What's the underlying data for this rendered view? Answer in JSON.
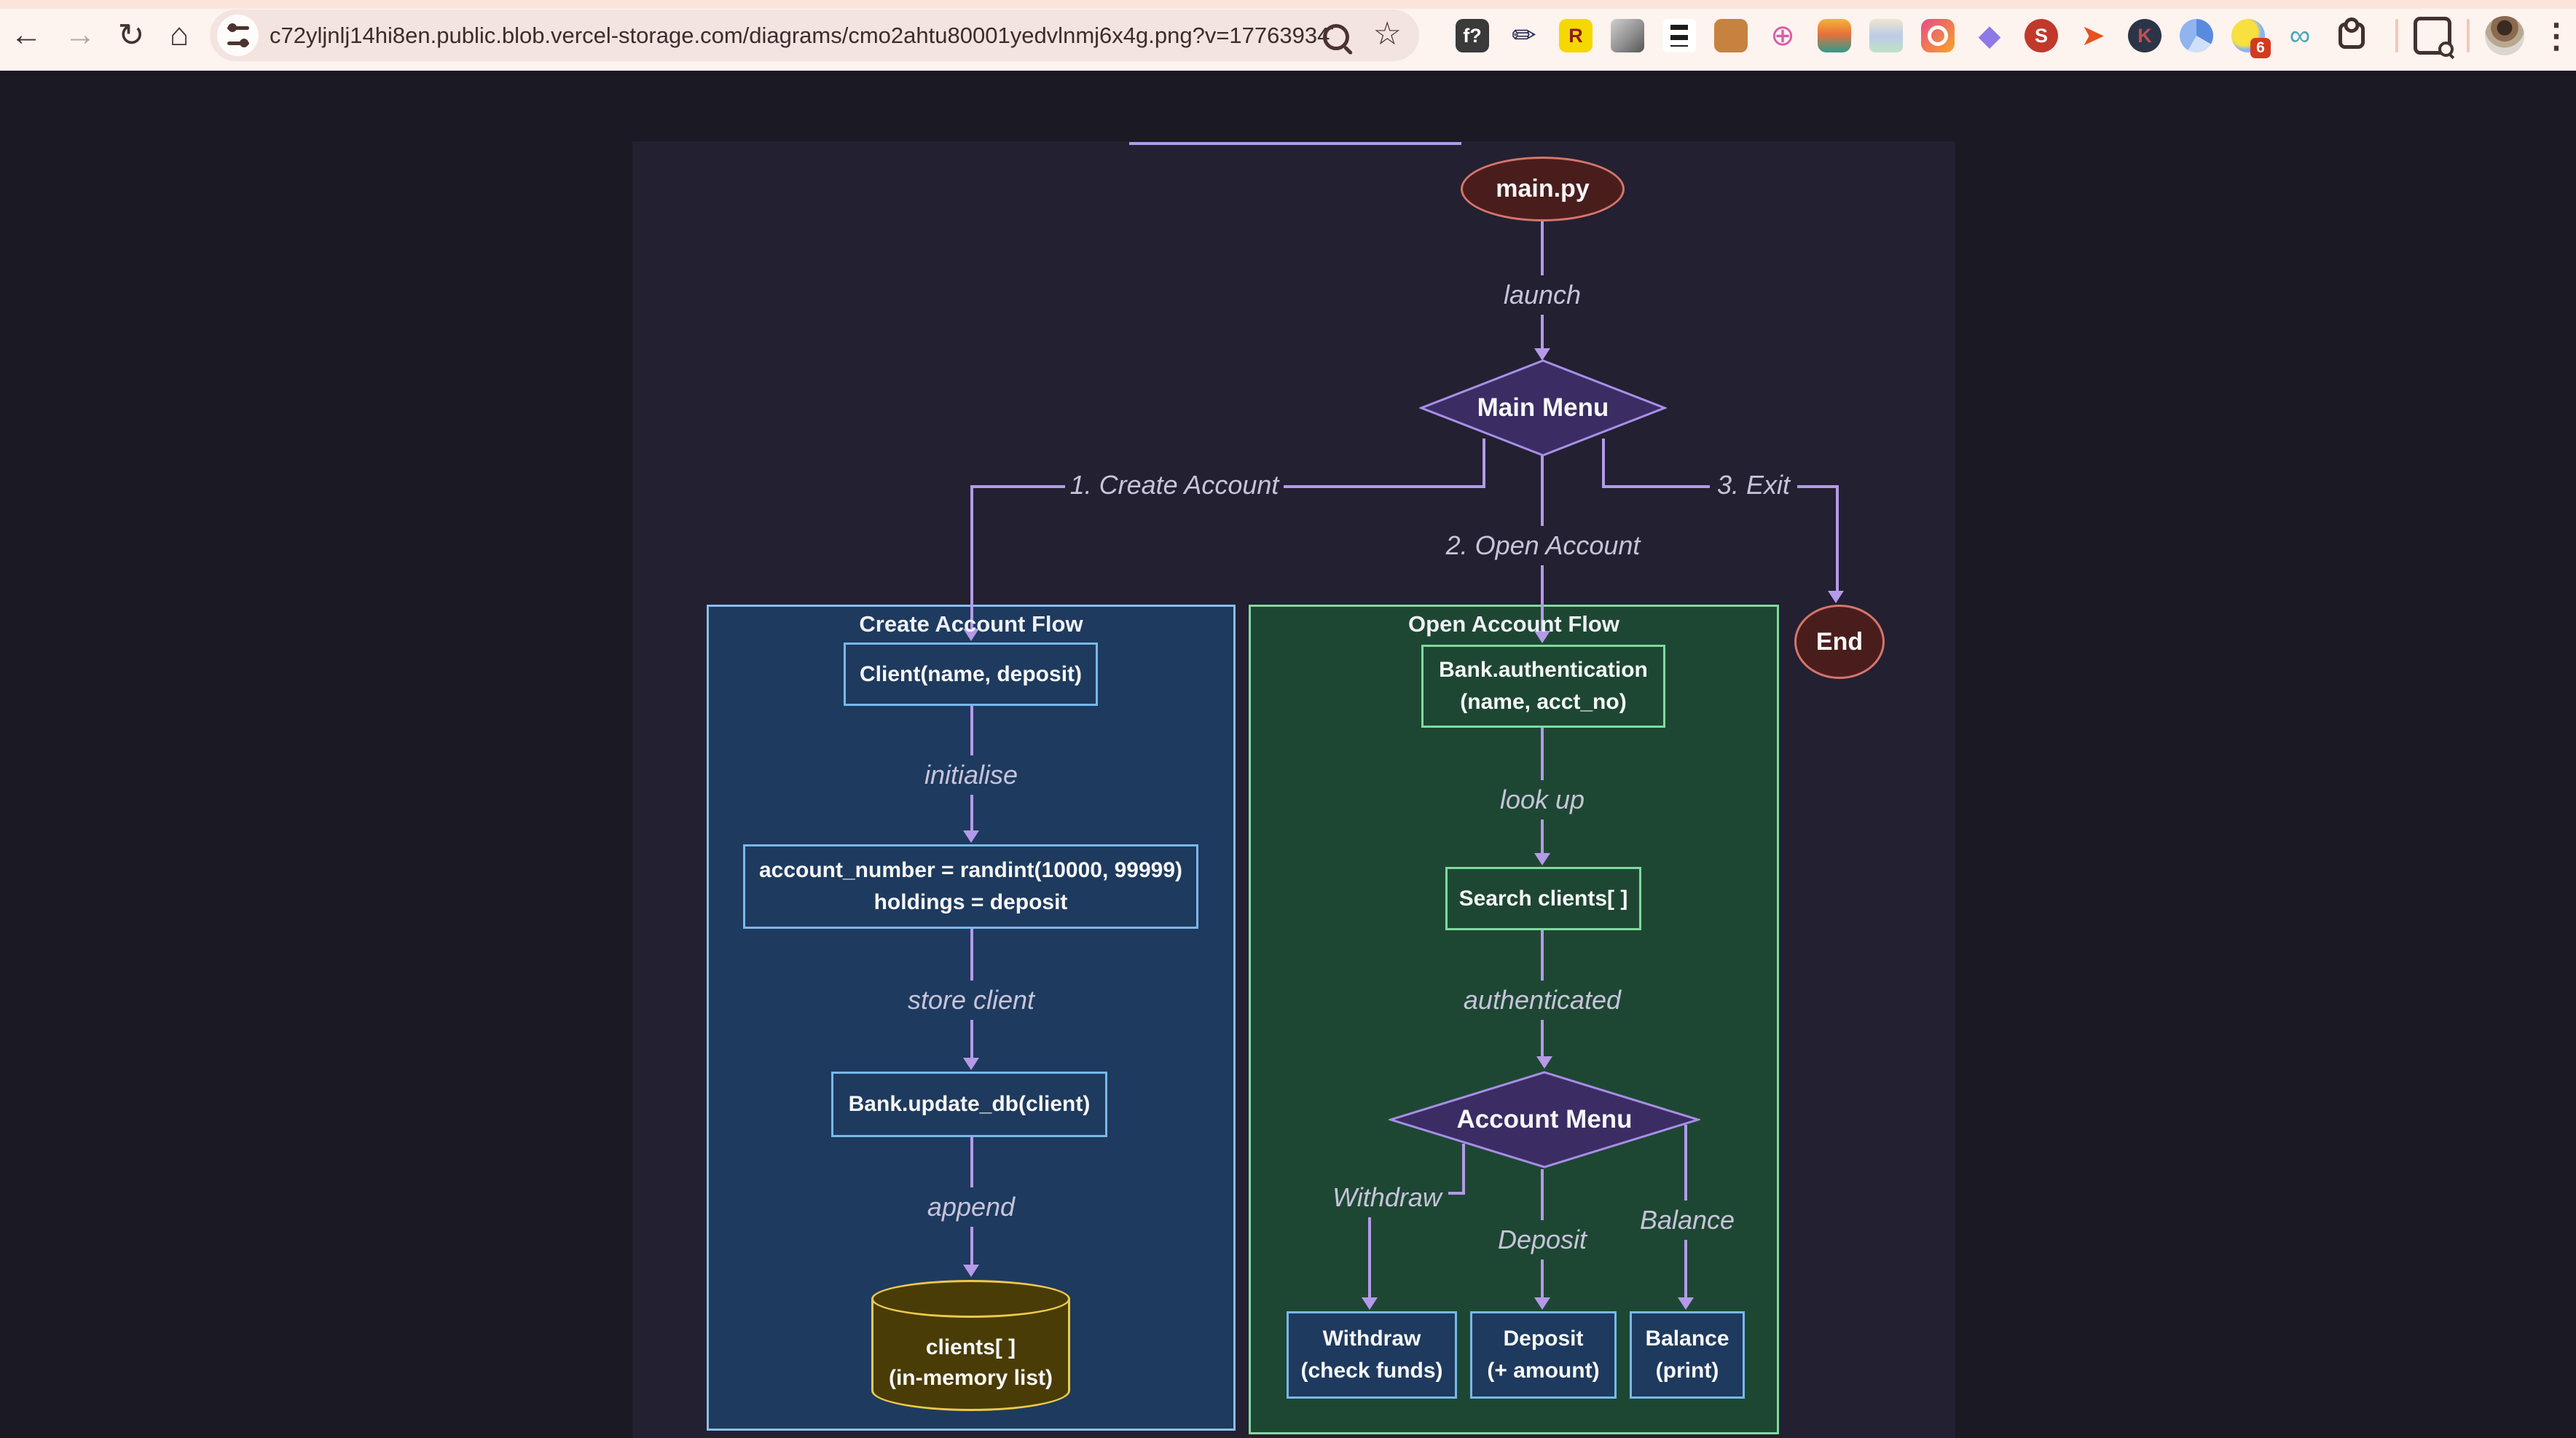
{
  "browser": {
    "url": "c72yljnlj14hi8en.public.blob.vercel-storage.com/diagrams/cmo2ahtu80001yedvlnmj6x4g.png?v=177639347...",
    "back_glyph": "←",
    "forward_glyph": "→",
    "reload_glyph": "↻",
    "home_glyph": "⌂",
    "star_glyph": "☆",
    "menu_dots_glyph": "⋮",
    "extensions": [
      {
        "name": "font-identifier-icon",
        "glyph": "f?",
        "bg": "#3a3a3a",
        "fg": "#ffffff",
        "shape": "square"
      },
      {
        "name": "eyedropper-icon",
        "glyph": "✏",
        "bg": "transparent",
        "fg": "#25254d",
        "shape": "plain",
        "big": true
      },
      {
        "name": "r-extension-icon",
        "glyph": "R",
        "bg": "#f5d800",
        "fg": "#8b1a1a",
        "shape": "square"
      },
      {
        "name": "cube-icon",
        "glyph": "",
        "bg": "#9a9a9a",
        "fg": "#333333",
        "shape": "cube"
      },
      {
        "name": "notes-doc-icon",
        "glyph": "",
        "bg": "#ffffff",
        "fg": "#222222",
        "shape": "doc"
      },
      {
        "name": "notebook-icon",
        "glyph": "",
        "bg": "#c8823f",
        "fg": "#6a4420",
        "shape": "square"
      },
      {
        "name": "globe-icon",
        "glyph": "⊕",
        "bg": "transparent",
        "fg": "#d45fa8",
        "shape": "plain",
        "big": true
      },
      {
        "name": "feather-icon",
        "glyph": "",
        "bg": "#e8913a",
        "fg": "#ffffff",
        "shape": "feather"
      },
      {
        "name": "stacked-cubes-icon",
        "glyph": "",
        "bg": "#d8e8d0",
        "fg": "#888888",
        "shape": "stack"
      },
      {
        "name": "photo-search-icon",
        "glyph": "",
        "bg": "#e84a8a",
        "fg": "#ffffff",
        "shape": "ring"
      },
      {
        "name": "crystal-shards-icon",
        "glyph": "◆",
        "bg": "transparent",
        "fg": "#8d7ae8",
        "shape": "plain",
        "big": true
      },
      {
        "name": "seo-icon",
        "glyph": "S",
        "bg": "#c0392b",
        "fg": "#ffffff",
        "shape": "circle"
      },
      {
        "name": "send-arrow-icon",
        "glyph": "➤",
        "bg": "transparent",
        "fg": "#e8501e",
        "shape": "plain",
        "big": true
      },
      {
        "name": "k-icon",
        "glyph": "K",
        "bg": "#2c3547",
        "fg": "#c05050",
        "shape": "circle"
      },
      {
        "name": "pie-chart-icon",
        "glyph": "",
        "bg": "#aac8f0",
        "fg": "#ffffff",
        "shape": "pie"
      },
      {
        "name": "lightbulb-icon",
        "glyph": "",
        "bg": "#f8e040",
        "fg": "#ffffff",
        "shape": "bulb",
        "badge": "6"
      },
      {
        "name": "link-icon",
        "glyph": "∞",
        "bg": "transparent",
        "fg": "#4aa8b8",
        "shape": "plain",
        "big": true
      },
      {
        "name": "extensions-puzzle-icon",
        "glyph": "",
        "bg": "transparent",
        "fg": "#42302a",
        "shape": "puzzle"
      }
    ]
  },
  "diagram": {
    "subgraphs": {
      "create": {
        "title": "Create Account Flow"
      },
      "open": {
        "title": "Open Account Flow"
      }
    },
    "nodes": {
      "main_py": {
        "label": "main.py"
      },
      "main_menu": {
        "label": "Main Menu"
      },
      "end": {
        "label": "End"
      },
      "client": {
        "label": "Client(name, deposit)"
      },
      "init_vars": {
        "line1": "account_number = randint(10000, 99999)",
        "line2": "holdings = deposit"
      },
      "update_db": {
        "label": "Bank.update_db(client)"
      },
      "clients_db": {
        "line1": "clients[ ]",
        "line2": "(in-memory list)"
      },
      "bank_auth": {
        "line1": "Bank.authentication",
        "line2": "(name, acct_no)"
      },
      "search_clients": {
        "label": "Search clients[ ]"
      },
      "account_menu": {
        "label": "Account Menu"
      },
      "withdraw": {
        "line1": "Withdraw",
        "line2": "(check funds)"
      },
      "deposit": {
        "line1": "Deposit",
        "line2": "(+ amount)"
      },
      "balance": {
        "line1": "Balance",
        "line2": "(print)"
      }
    },
    "edge_labels": {
      "launch": "launch",
      "create_account": "1. Create Account",
      "open_account": "2. Open Account",
      "exit": "3. Exit",
      "initialise": "initialise",
      "store_client": "store client",
      "append": "append",
      "look_up": "look up",
      "authenticated": "authenticated",
      "withdraw": "Withdraw",
      "deposit": "Deposit",
      "balance": "Balance"
    },
    "colors": {
      "page_background": "#1b1924",
      "image_background": "#232031",
      "edge": "#b49ae8",
      "label_text": "#c7c4da",
      "terminal_fill": "#4a1d1d",
      "terminal_border": "#d6756b",
      "decision_fill": "#3b2d63",
      "decision_border": "#a78fe8",
      "create_fill": "#1e3a5e",
      "create_border": "#8cbde8",
      "open_fill": "#1e4733",
      "open_border": "#7eda9f",
      "db_fill": "#4a3c06",
      "db_border": "#ecc94b"
    }
  }
}
